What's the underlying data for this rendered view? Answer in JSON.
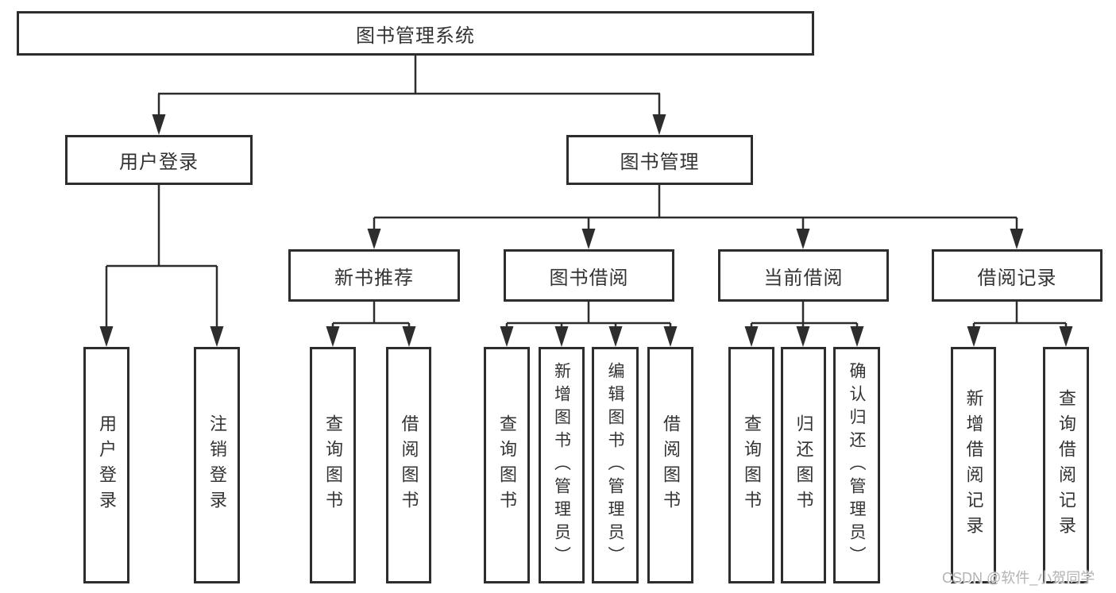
{
  "diagram": {
    "title": "图书管理系统",
    "watermark": "CSDN @软件_小贺同学",
    "colors": {
      "line": "#2d2d2d",
      "text": "#333333",
      "background": "#ffffff",
      "watermark": "#b3b3b3"
    },
    "nodes": {
      "root": {
        "label": "图书管理系统"
      },
      "user_login": {
        "label": "用户登录"
      },
      "book_management": {
        "label": "图书管理"
      },
      "new_book_recommend": {
        "label": "新书推荐"
      },
      "book_borrow": {
        "label": "图书借阅"
      },
      "current_borrow": {
        "label": "当前借阅"
      },
      "borrow_record": {
        "label": "借阅记录"
      },
      "leaf_user_login": {
        "label": "用户登录"
      },
      "leaf_logout": {
        "label": "注销登录"
      },
      "leaf_recommend_query_book": {
        "label": "查询图书"
      },
      "leaf_recommend_borrow_book": {
        "label": "借阅图书"
      },
      "leaf_borrow_query_book": {
        "label": "查询图书"
      },
      "leaf_borrow_add_book": {
        "label": "新增图书（管理员）"
      },
      "leaf_borrow_edit_book": {
        "label": "编辑图书（管理员）"
      },
      "leaf_borrow_borrow_book": {
        "label": "借阅图书"
      },
      "leaf_current_query_book": {
        "label": "查询图书"
      },
      "leaf_current_return_book": {
        "label": "归还图书"
      },
      "leaf_current_confirm_return": {
        "label": "确认归还（管理员）"
      },
      "leaf_record_add": {
        "label": "新增借阅记录"
      },
      "leaf_record_query": {
        "label": "查询借阅记录"
      }
    }
  }
}
